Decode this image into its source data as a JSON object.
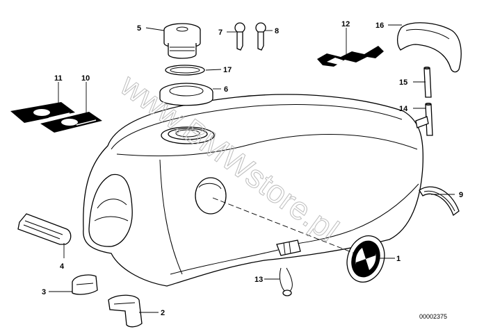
{
  "diagram": {
    "drawing_number": "00002375",
    "watermark": "www.BMWstore.pl",
    "callouts": {
      "c1": "1",
      "c2": "2",
      "c3": "3",
      "c4": "4",
      "c5": "5",
      "c6": "6",
      "c7": "7",
      "c8": "8",
      "c9": "9",
      "c10": "10",
      "c11": "11",
      "c12": "12",
      "c13": "13",
      "c14": "14",
      "c15": "15",
      "c16": "16",
      "c17": "17"
    }
  }
}
